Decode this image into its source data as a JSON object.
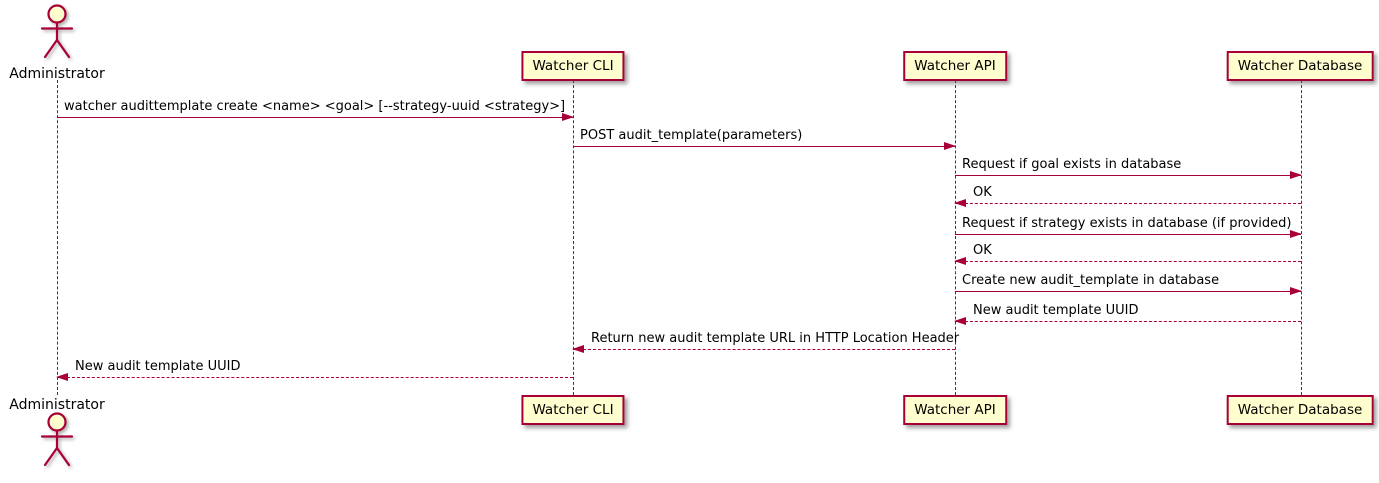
{
  "diagram": {
    "type": "uml-sequence",
    "colors": {
      "accent": "#A80036",
      "participant_fill": "#FEFECE",
      "text": "#000000"
    },
    "actor": {
      "label": "Administrator"
    },
    "participants": [
      {
        "label": "Watcher CLI"
      },
      {
        "label": "Watcher API"
      },
      {
        "label": "Watcher Database"
      }
    ],
    "messages": [
      {
        "from": "Administrator",
        "to": "Watcher CLI",
        "type": "solid",
        "label": "watcher audittemplate create <name> <goal> [--strategy-uuid <strategy>]"
      },
      {
        "from": "Watcher CLI",
        "to": "Watcher API",
        "type": "solid",
        "label": "POST audit_template(parameters)"
      },
      {
        "from": "Watcher API",
        "to": "Watcher Database",
        "type": "solid",
        "label": "Request if goal exists in database"
      },
      {
        "from": "Watcher Database",
        "to": "Watcher API",
        "type": "dashed",
        "label": "OK"
      },
      {
        "from": "Watcher API",
        "to": "Watcher Database",
        "type": "solid",
        "label": "Request if strategy exists in database (if provided)"
      },
      {
        "from": "Watcher Database",
        "to": "Watcher API",
        "type": "dashed",
        "label": "OK"
      },
      {
        "from": "Watcher API",
        "to": "Watcher Database",
        "type": "solid",
        "label": "Create new audit_template in database"
      },
      {
        "from": "Watcher Database",
        "to": "Watcher API",
        "type": "dashed",
        "label": "New audit template UUID"
      },
      {
        "from": "Watcher API",
        "to": "Watcher CLI",
        "type": "dashed",
        "label": "Return new audit template URL in HTTP Location Header"
      },
      {
        "from": "Watcher CLI",
        "to": "Administrator",
        "type": "dashed",
        "label": "New audit template UUID"
      }
    ]
  }
}
